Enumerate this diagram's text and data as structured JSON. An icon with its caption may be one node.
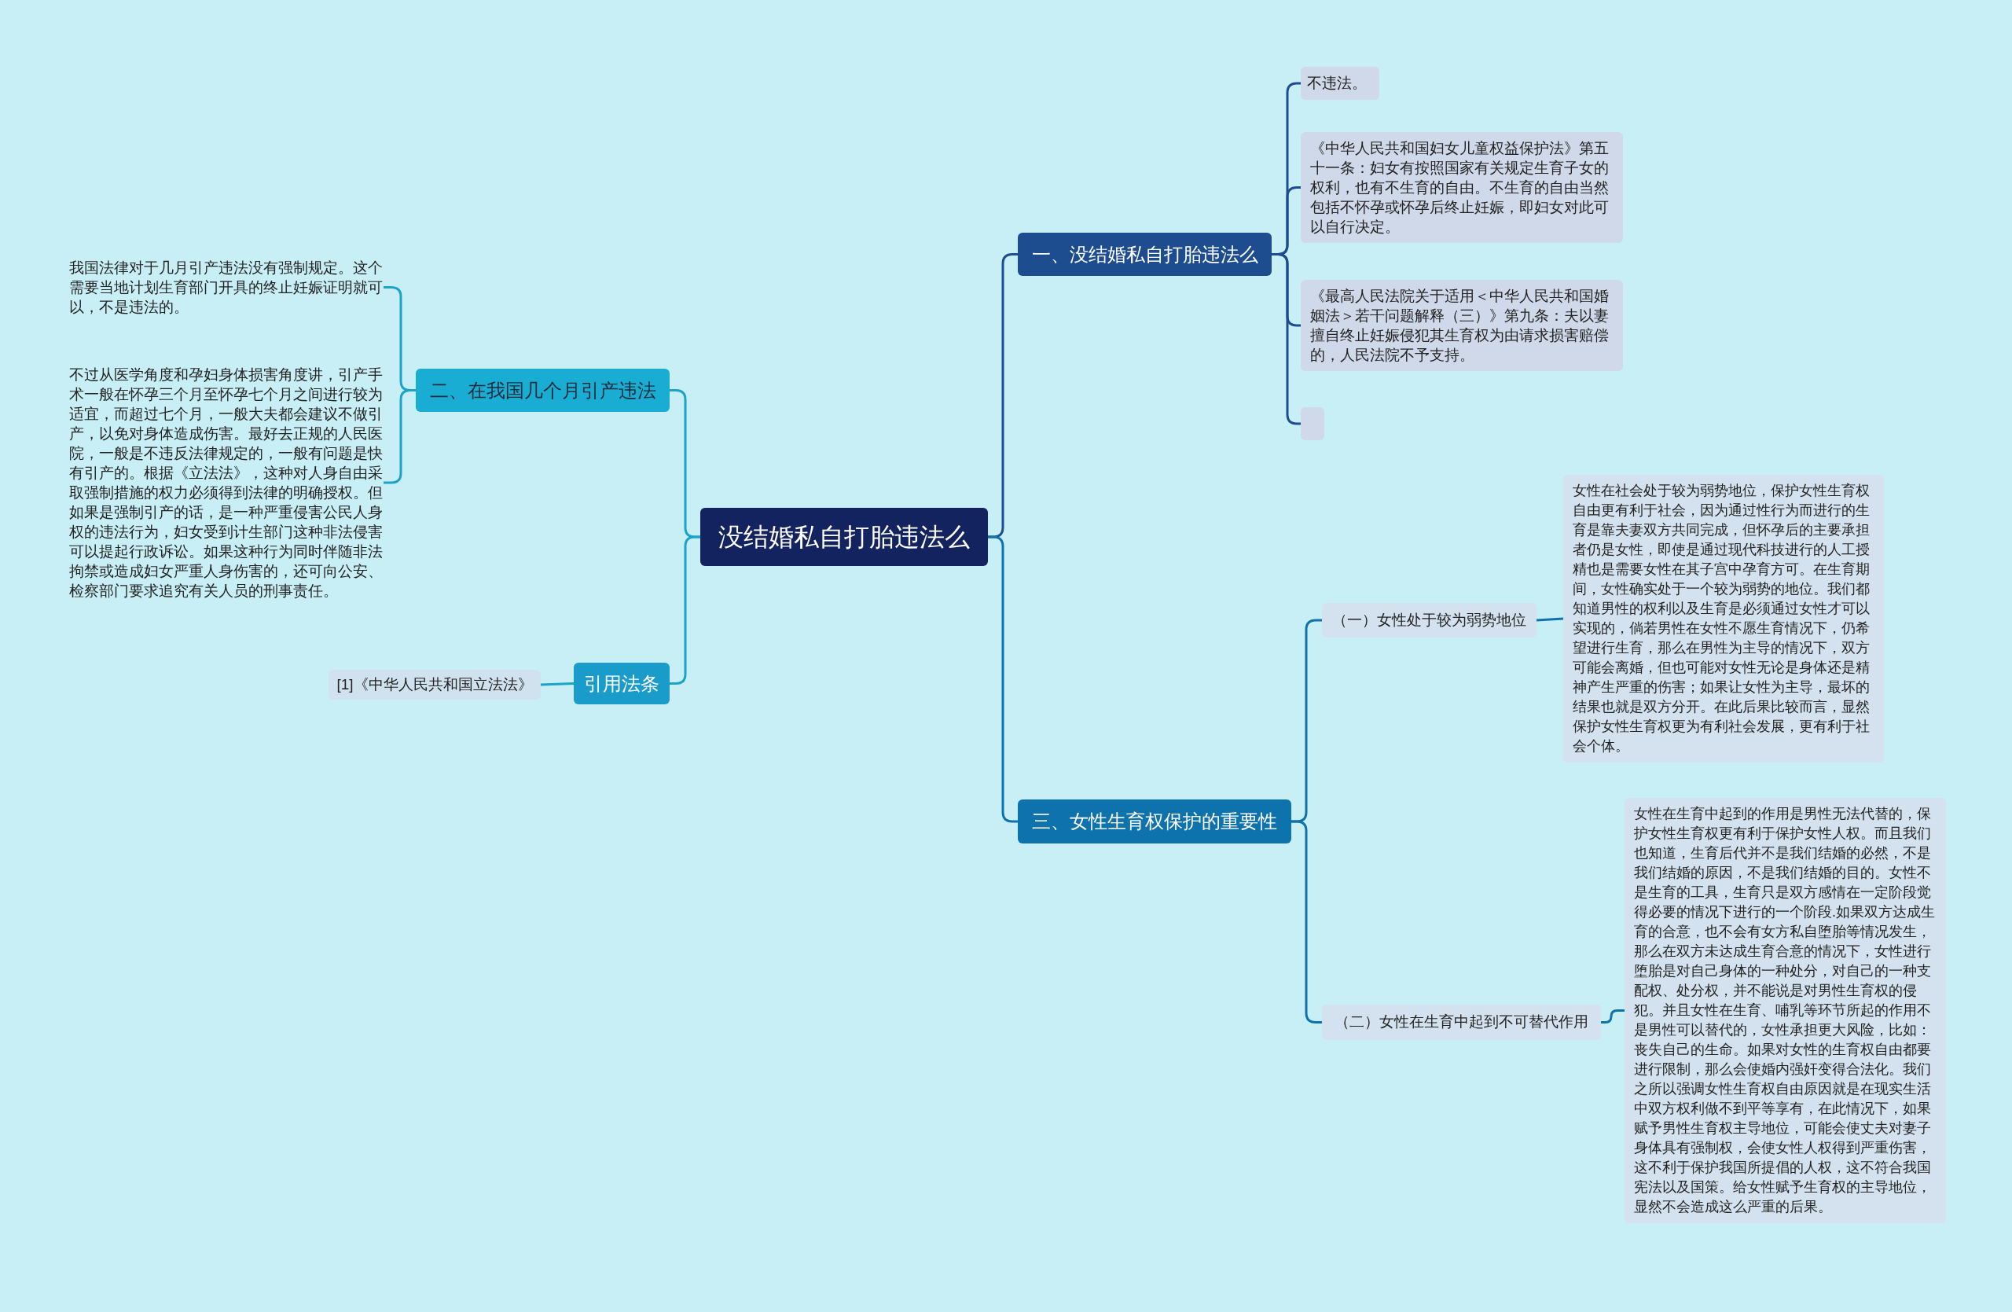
{
  "diagram": {
    "nodes": [
      {
        "text": [
          "没结婚私自打胎违法么"
        ]
      },
      {
        "text": [
          "一、没结婚私自打胎违法么"
        ]
      },
      {
        "text": [
          "不违法。"
        ]
      },
      {
        "text": [
          "《中华人民共和国妇女儿童权益保护法》第五十一条：妇女有按照国家有关规定生育子女的权利，也有不生育的自由。不生育的自由当然包括不怀孕或怀孕后终止妊娠，即妇女对此可以自行决定。"
        ]
      },
      {
        "text": [
          "《最高人民法院关于适用＜中华人民共和国婚姻法＞若干问题解释（三）》第九条：夫以妻擅自终止妊娠侵犯其生育权为由请求损害赔偿的，人民法院不予支持。"
        ]
      },
      {
        "text": [],
        "shape": "box"
      },
      {
        "text": [
          "三、女性生育权保护的重要性"
        ]
      },
      {
        "text": [
          "（一）女性处于较为弱势地位"
        ]
      },
      {
        "text": [
          "女性在社会处于较为弱势地位，保护女性生育权自由更有利于社会，因为通过性行为而进行的生育是靠夫妻双方共同完成，但怀孕后的主要承担者仍是女性，即使是通过现代科技进行的人工授精也是需要女性在其子宫中孕育方可。在生育期间，女性确实处于一个较为弱势的地位。我们都知道男性的权利以及生育是必须通过女性才可以实现的，倘若男性在女性不愿生育情况下，仍希望进行生育，那么在男性为主导的情况下，双方可能会离婚，但也可能对女性无论是身体还是精神产生严重的伤害；如果让女性为主导，最坏的结果也就是双方分开。在此后果比较而言，显然保护女性生育权更为有利社会发展，更有利于社会个体。"
        ]
      },
      {
        "text": [
          "（二）女性在生育中起到不可替代作用"
        ]
      },
      {
        "text": [
          "女性在生育中起到的作用是男性无法代替的，保护女性生育权更有利于保护女性人权。而且我们也知道，生育后代并不是我们结婚的必然，不是我们结婚的原因，不是我们结婚的目的。女性不是生育的工具，生育只是双方感情在一定阶段觉得必要的情况下进行的一个阶段.如果双方达成生育的合意，也不会有女方私自堕胎等情况发生，那么在双方未达成生育合意的情况下，女性进行堕胎是对自己身体的一种处分，对自己的一种支配权、处分权，并不能说是对男性生育权的侵犯。并且女性在生育、哺乳等环节所起的作用不是男性可以替代的，女性承担更大风险，比如：丧失自己的生命。如果对女性的生育权自由都要进行限制，那么会使婚内强奸变得合法化。我们之所以强调女性生育权自由原因就是在现实生活中双方权利做不到平等享有，在此情况下，如果赋予男性生育权主导地位，可能会使丈夫对妻子身体具有强制权，会使女性人权得到严重伤害，这不利于保护我国所提倡的人权，这不符合我国宪法以及国策。给女性赋予生育权的主导地位，显然不会造成这么严重的后果。"
        ]
      },
      {
        "text": [
          "二、在我国几个月引产违法"
        ]
      },
      {
        "text": [
          "我国法律对于几月引产违法没有强制规定。这个需要当地计划生育部门开具的终止妊娠证明就可以，不是违法的。"
        ]
      },
      {
        "text": [
          "不过从医学角度和孕妇身体损害角度讲，引产手术一般在怀孕三个月至怀孕七个月之间进行较为适宜，而超过七个月，一般大夫都会建议不做引产，以免对身体造成伤害。最好去正规的人民医院，一般是不违反法律规定的，一般有问题是快有引产的。根据《立法法》，这种对人身自由采取强制措施的权力必须得到法律的明确授权。但如果是强制引产的话，是一种严重侵害公民人身权的违法行为，妇女受到计生部门这种非法侵害可以提起行政诉讼。如果这种行为同时伴随非法拘禁或造成妇女严重人身伤害的，还可向公安、检察部门要求追究有关人员的刑事责任。"
        ]
      },
      {
        "text": [
          "引用法条"
        ]
      },
      {
        "text": [
          "[1]《中华人民共和国立法法》"
        ]
      }
    ],
    "edges": [
      {
        "from": 0,
        "to": 1,
        "arrow": "none"
      },
      {
        "from": 1,
        "to": 2,
        "arrow": "none"
      },
      {
        "from": 1,
        "to": 3,
        "arrow": "none"
      },
      {
        "from": 1,
        "to": 4,
        "arrow": "none"
      },
      {
        "from": 1,
        "to": 5,
        "arrow": "none"
      },
      {
        "from": 0,
        "to": 6,
        "arrow": "none",
        "color": "#0e72ad"
      },
      {
        "from": 6,
        "to": 7,
        "arrow": "none",
        "color": "#0e72ad"
      },
      {
        "from": 7,
        "to": 8,
        "arrow": "none",
        "color": "#0e72ad"
      },
      {
        "from": 6,
        "to": 9,
        "arrow": "none",
        "color": "#0e72ad"
      },
      {
        "from": 9,
        "to": 10,
        "arrow": "none",
        "color": "#0e72ad"
      },
      {
        "from": 0,
        "to": 11,
        "arrow": "none",
        "color": "#1ba3c9"
      },
      {
        "from": 11,
        "to": 12,
        "arrow": "none",
        "color": "#1ba3c9"
      },
      {
        "from": 11,
        "to": 13,
        "arrow": "none",
        "color": "#1ba3c9"
      },
      {
        "from": 0,
        "to": 14,
        "arrow": "none",
        "color": "#1ba3c9"
      },
      {
        "from": 14,
        "to": 15,
        "arrow": "none",
        "color": "#1ba3c9"
      }
    ]
  }
}
